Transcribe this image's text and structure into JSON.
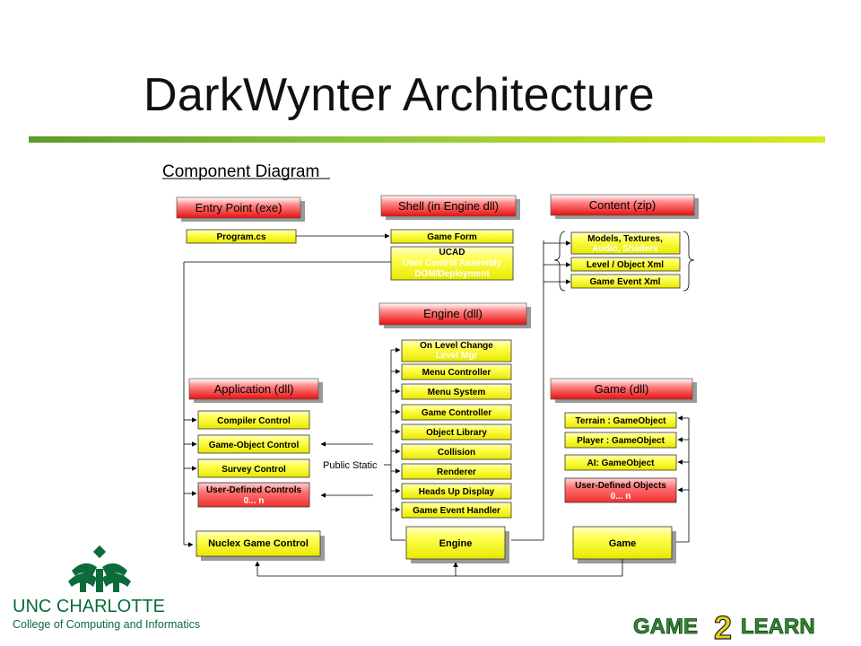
{
  "slide": {
    "title": "DarkWynter Architecture"
  },
  "diagram": {
    "heading": "Component Diagram",
    "packages": {
      "entry": "Entry Point (exe)",
      "shell": "Shell (in Engine dll)",
      "content": "Content (zip)",
      "engine": "Engine (dll)",
      "application": "Application (dll)",
      "game": "Game (dll)"
    },
    "entry_items": [
      "Program.cs"
    ],
    "shell_items": [
      "Game Form"
    ],
    "shell_ucad": {
      "line1": "UCAD",
      "line2": "User Control Assembly",
      "line3": "DOM/Deployment"
    },
    "content_items": {
      "models_line1": "Models, Textures,",
      "models_line2": "Audio, Shaders",
      "level": "Level / Object Xml",
      "events": "Game Event Xml"
    },
    "engine_top": {
      "line1": "On Level Change",
      "line2": "Level Mgr"
    },
    "engine_items": [
      "Menu Controller",
      "Menu System",
      "Game Controller",
      "Object Library",
      "Collision",
      "Renderer",
      "Heads Up Display",
      "Game Event Handler"
    ],
    "engine_block": "Engine",
    "app_items": [
      "Compiler Control",
      "Game-Object Control",
      "Survey Control"
    ],
    "app_user_defined": {
      "line1": "User-Defined Controls",
      "line2": "0... n"
    },
    "nuclex": "Nuclex Game Control",
    "public_static": "Public Static",
    "game_items": [
      "Terrain : GameObject",
      "Player : GameObject",
      "AI: GameObject"
    ],
    "game_user_defined": {
      "line1": "User-Defined Objects",
      "line2": "0... n"
    },
    "game_block": "Game"
  },
  "branding": {
    "unc_name": "UNC CHARLOTTE",
    "unc_college": "College of Computing and Informatics",
    "g2l_left": "GAME",
    "g2l_mid": "2",
    "g2l_right": "LEARN"
  },
  "colors": {
    "package_red": "#ee1c1c",
    "item_yellow": "#ffff3c",
    "item_pink": "#ff6e6e",
    "unc_green": "#0b6b3a",
    "g2l_green": "#2e8b2e",
    "rule_green": "#7ab334"
  }
}
